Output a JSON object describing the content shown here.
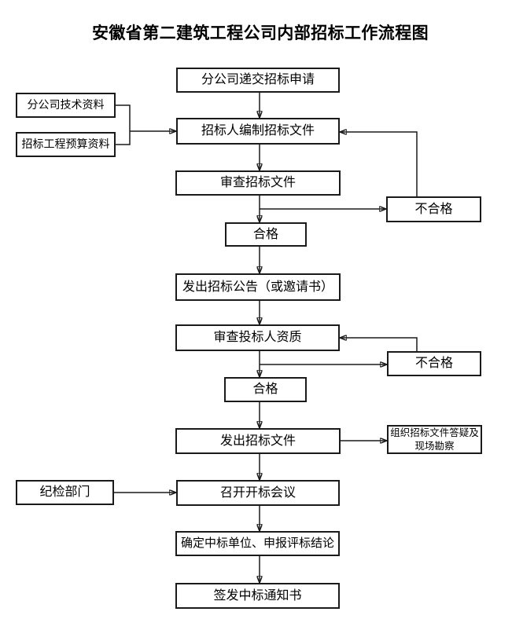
{
  "title": "安徽省第二建筑工程公司内部招标工作流程图",
  "nodes": {
    "submit_application": "分公司递交招标申请",
    "tech_data": "分公司技术资料",
    "budget_data": "招标工程预算资料",
    "prepare_documents": "招标人编制招标文件",
    "review_documents": "审查招标文件",
    "unqualified_1": "不合格",
    "qualified_1": "合格",
    "issue_announcement": "发出招标公告（或邀请书）",
    "review_bidder_qualification": "审查投标人资质",
    "unqualified_2": "不合格",
    "qualified_2": "合格",
    "issue_bid_documents": "发出招标文件",
    "organize_qa_site_survey": "组织招标文件答疑及现场勘察",
    "discipline_department": "纪检部门",
    "bid_opening_meeting": "召开开标会议",
    "determine_winner": "确定中标单位、申报评标结论",
    "issue_award_notice": "签发中标通知书"
  },
  "colors": {
    "background": "#ffffff",
    "box_border": "#1a1a1a",
    "line": "#1a1a1a",
    "text": "#000000"
  }
}
